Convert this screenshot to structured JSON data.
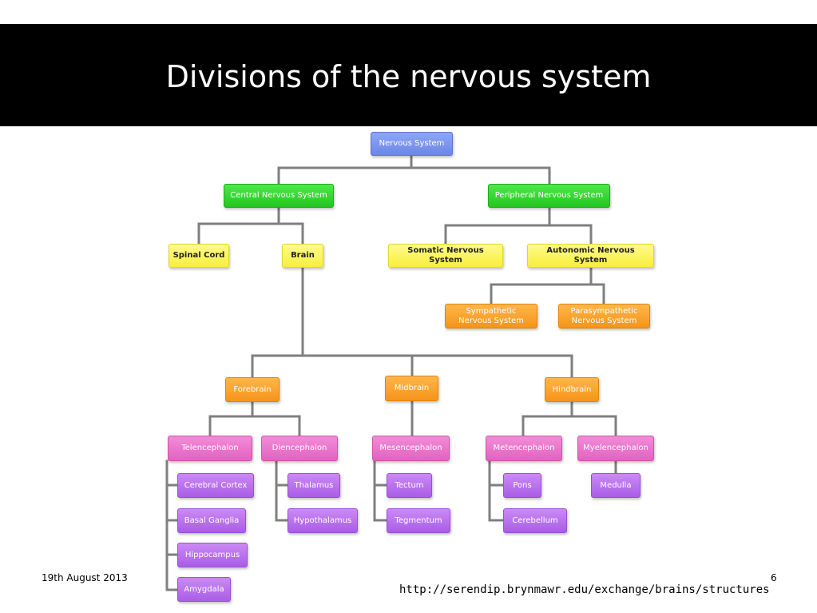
{
  "slide": {
    "title": "Divisions of the nervous system",
    "date": "19th August 2013",
    "page_number": "6",
    "source_url": "http://serendip.brynmawr.edu/exchange/brains/structures"
  },
  "diagram": {
    "nervous_system": "Nervous System",
    "central_nervous_system": "Central Nervous System",
    "peripheral_nervous_system": "Peripheral Nervous System",
    "spinal_cord": "Spinal Cord",
    "brain": "Brain",
    "somatic_nervous_system": "Somatic Nervous System",
    "autonomic_nervous_system": "Autonomic Nervous System",
    "sympathetic_line1": "Sympathetic",
    "sympathetic_line2": "Nervous System",
    "parasympathetic_line1": "Parasympathetic",
    "parasympathetic_line2": "Nervous System",
    "forebrain": "Forebrain",
    "midbrain": "Midbrain",
    "hindbrain": "Hindbrain",
    "telencephalon": "Telencephalon",
    "diencephalon": "Diencephalon",
    "mesencephalon": "Mesencephalon",
    "metencephalon": "Metencephalon",
    "myelencephalon": "Myelencephalon",
    "cerebral_cortex": "Cerebral Cortex",
    "basal_ganglia": "Basal Ganglia",
    "hippocampus": "Hippocampus",
    "amygdala": "Amygdala",
    "thalamus": "Thalamus",
    "hypothalamus": "Hypothalamus",
    "tectum": "Tectum",
    "tegmentum": "Tegmentum",
    "pons": "Pons",
    "cerebellum": "Cerebellum",
    "medulla": "Medulla"
  },
  "colors": {
    "title_bar": "#000000",
    "connector": "#7f7f7f",
    "nervous_system_node": "#7a92ee",
    "division_node": "#34d92f",
    "structure_node": "#faf25a",
    "subdivision_node": "#f7a22c",
    "region_node": "#e877cc",
    "component_node": "#ba72ee"
  }
}
